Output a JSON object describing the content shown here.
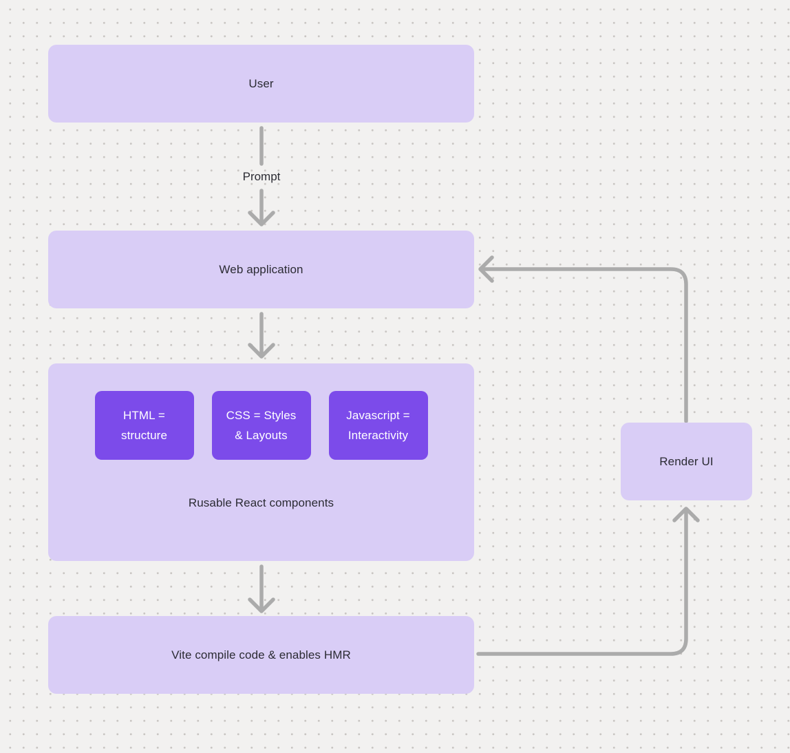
{
  "colors": {
    "page_bg": "#F2F1F0",
    "dot_color": "#C9C6C3",
    "node_fill": "#D9CDF6",
    "accent_fill": "#7C4BEA",
    "connector": "#ABABAB",
    "text_dark": "#2B2B33",
    "text_light": "#FFFFFF"
  },
  "nodes": {
    "user": {
      "label": "User"
    },
    "web_application": {
      "label": "Web application"
    },
    "components": {
      "caption": "Rusable React components",
      "items": [
        {
          "label": "HTML = structure"
        },
        {
          "label": "CSS = Styles & Layouts"
        },
        {
          "label": "Javascript = Interactivity"
        }
      ]
    },
    "vite": {
      "label": "Vite compile code & enables HMR"
    },
    "render_ui": {
      "label": "Render UI"
    }
  },
  "edges": [
    {
      "from": "user",
      "to": "web_application",
      "label": "Prompt"
    },
    {
      "from": "web_application",
      "to": "components",
      "label": ""
    },
    {
      "from": "components",
      "to": "vite",
      "label": ""
    },
    {
      "from": "vite",
      "to": "render_ui",
      "label": ""
    },
    {
      "from": "render_ui",
      "to": "web_application",
      "label": ""
    }
  ]
}
